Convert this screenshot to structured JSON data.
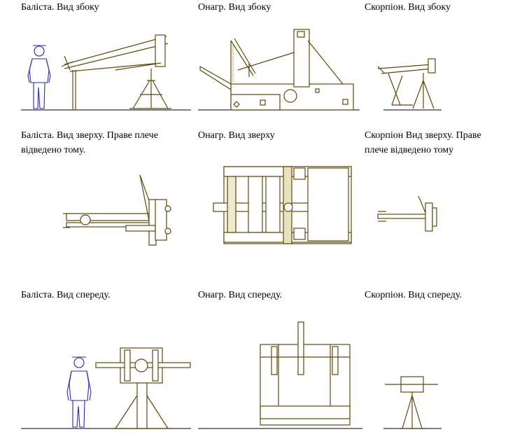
{
  "captions": {
    "ballista_side": "Баліста. Вид збоку",
    "onager_side": "Онагр. Вид збоку",
    "scorpion_side": "Скорпіон. Вид збоку",
    "ballista_top": "Баліста. Вид зверху. Праве плече відведено тому.",
    "onager_top": "Онагр. Вид зверху",
    "scorpion_top": "Скорпіон Вид зверху. Праве плече відведено тому",
    "ballista_front": "Баліста. Вид спереду.",
    "onager_front": "Онагр. Вид спереду.",
    "scorpion_front": "Скорпіон. Вид спереду."
  },
  "colors": {
    "drawing": "#5c4a0c",
    "human_figure": "#2a2ab0",
    "ground": "#333333"
  }
}
